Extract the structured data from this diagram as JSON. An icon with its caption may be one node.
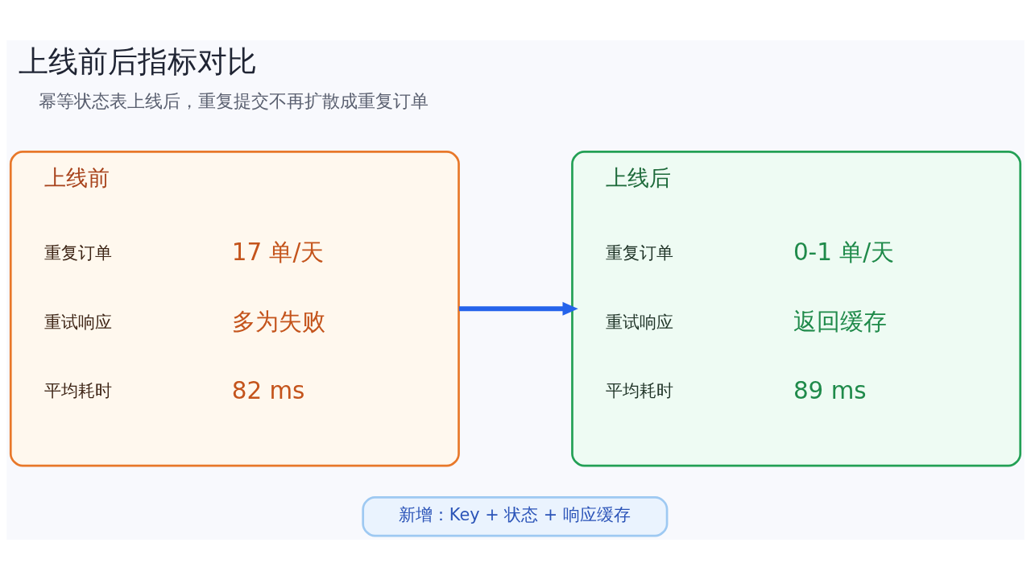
{
  "diagram": {
    "title": "上线前后指标对比",
    "nodes": [
      {
        "text": [
          "上线前",
          "重复订单",
          "17 单/天",
          "重试响应",
          "多为失败",
          "平均耗时",
          "82 ms"
        ]
      },
      {
        "text": [
          "上线后",
          "重复订单",
          "0-1 单/天",
          "重试响应",
          "返回缓存",
          "平均耗时",
          "89 ms"
        ]
      },
      {
        "text": [
          "新增：Key + 状态 + 响应缓存"
        ]
      }
    ],
    "edges": [
      {
        "from": 0,
        "to": 1,
        "arrow": "to"
      }
    ],
    "labels": [
      "幂等状态表上线后，重复提交不再扩散成重复订单"
    ]
  }
}
